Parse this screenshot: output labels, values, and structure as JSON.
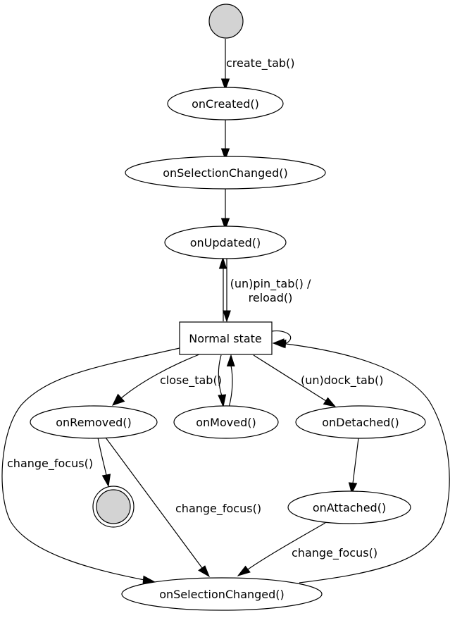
{
  "diagram": {
    "nodes": {
      "on_created": "onCreated()",
      "on_selection_changed_top": "onSelectionChanged()",
      "on_updated": "onUpdated()",
      "normal_state": "Normal state",
      "on_removed": "onRemoved()",
      "on_moved": "onMoved()",
      "on_detached": "onDetached()",
      "on_attached": "onAttached()",
      "on_selection_changed_bottom": "onSelectionChanged()"
    },
    "edges": {
      "create_tab": "create_tab()",
      "pin_reload_line1": "(un)pin_tab() /",
      "pin_reload_line2": "reload()",
      "close_tab": "close_tab()",
      "dock_tab": "(un)dock_tab()",
      "change_focus_left": "change_focus()",
      "change_focus_middle": "change_focus()",
      "change_focus_right": "change_focus()"
    }
  }
}
